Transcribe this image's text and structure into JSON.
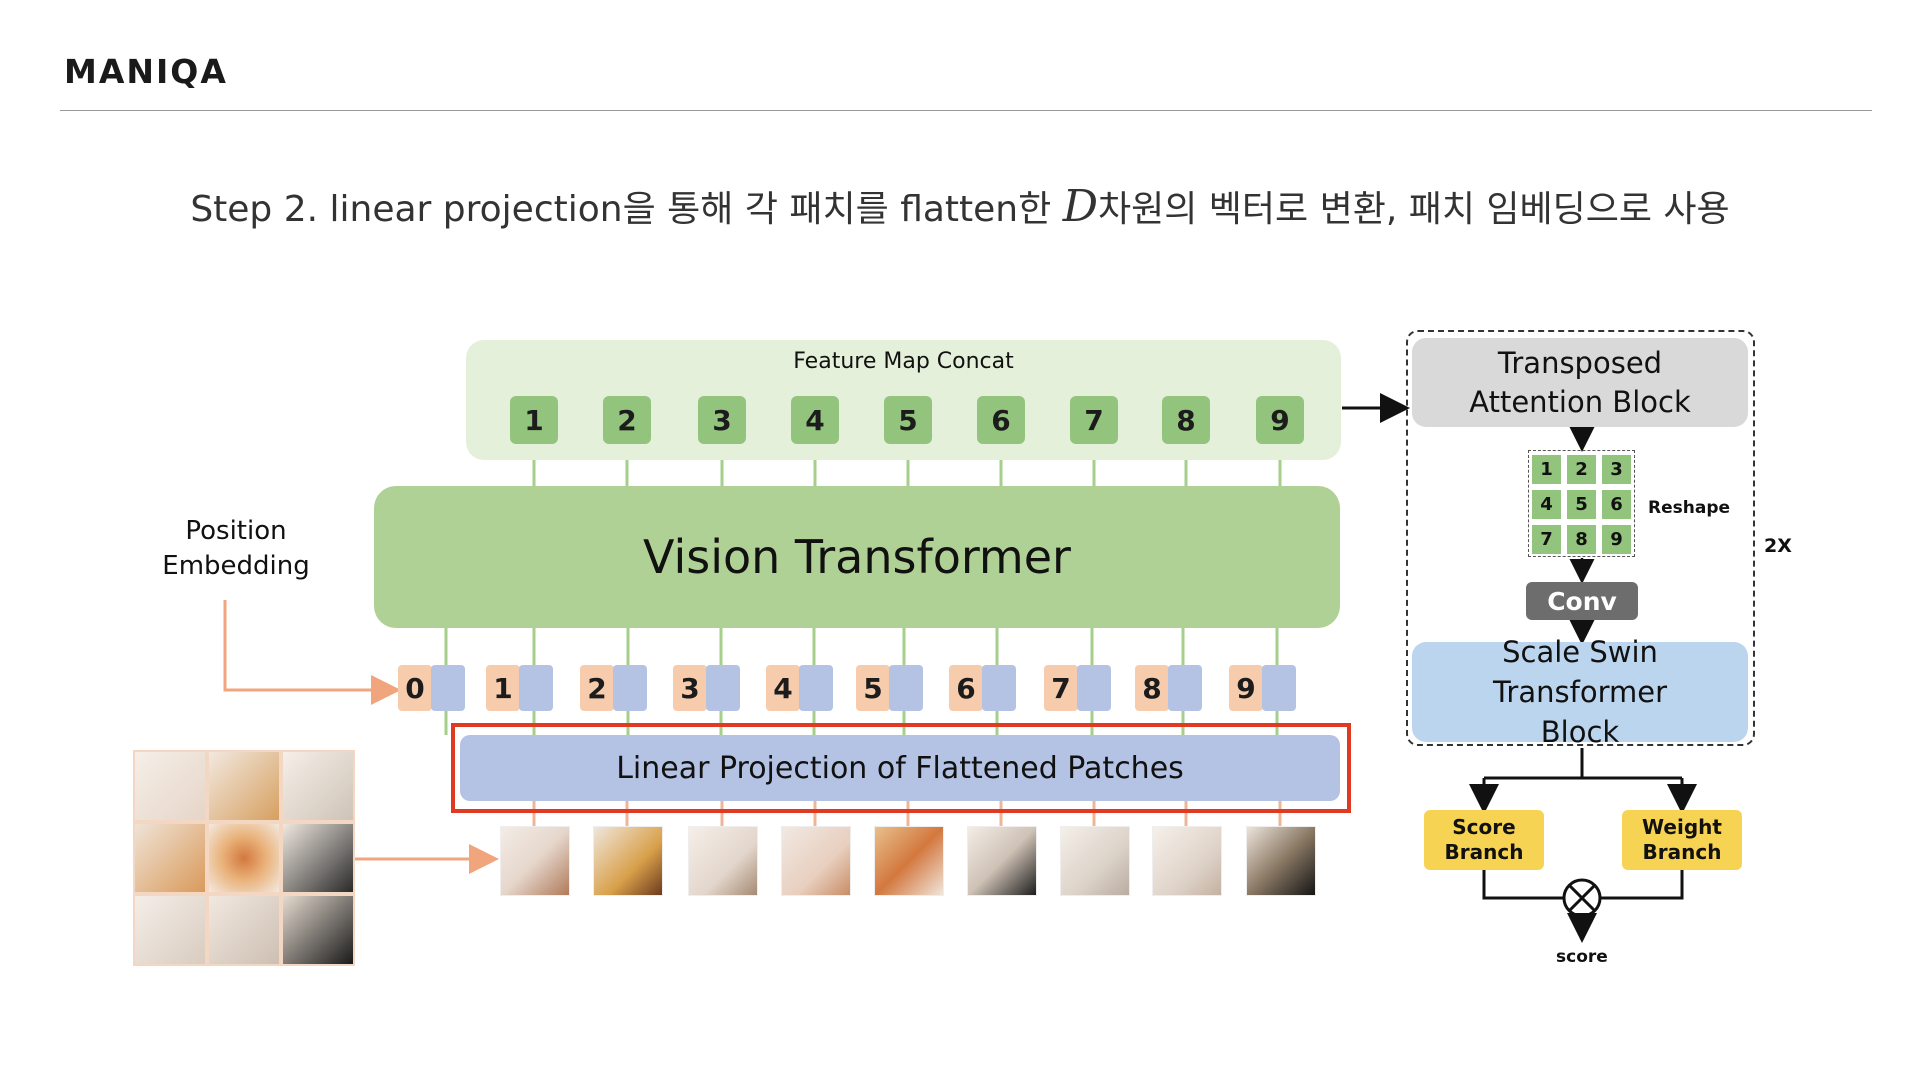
{
  "header": {
    "title": "MANIQA"
  },
  "subtitle": {
    "before": "Step 2. linear projection을 통해 각 패치를 flatten한 ",
    "var": "D",
    "after": "차원의 벡터로 변환, 패치 임베딩으로 사용"
  },
  "diagram": {
    "feature_map_label": "Feature Map Concat",
    "feature_tokens": [
      "1",
      "2",
      "3",
      "4",
      "5",
      "6",
      "7",
      "8",
      "9"
    ],
    "vit_label": "Vision Transformer",
    "position_embedding_label": "Position Embedding",
    "embed_tokens": [
      "0",
      "1",
      "2",
      "3",
      "4",
      "5",
      "6",
      "7",
      "8",
      "9"
    ],
    "linear_projection_label": "Linear Projection of Flattened Patches",
    "tab_label": "Transposed Attention Block",
    "reshape_grid": [
      "1",
      "2",
      "3",
      "4",
      "5",
      "6",
      "7",
      "8",
      "9"
    ],
    "reshape_label": "Reshape",
    "repeat_label": "2X",
    "conv_label": "Conv",
    "swin_label": "Scale Swin Transformer Block",
    "score_branch_label": "Score Branch",
    "weight_branch_label": "Weight Branch",
    "multiply_symbol": "×",
    "score_label": "score"
  },
  "colors": {
    "token_green": "#93c47d",
    "vit_green": "#b0d196",
    "feature_panel": "#e5f0da",
    "position_peach": "#f7ccad",
    "patch_blue": "#b4c2e3",
    "highlight_red": "#e03a22",
    "branch_yellow": "#f7d354",
    "swin_blue": "#bcd5ee",
    "conv_gray": "#6d6d6d"
  }
}
